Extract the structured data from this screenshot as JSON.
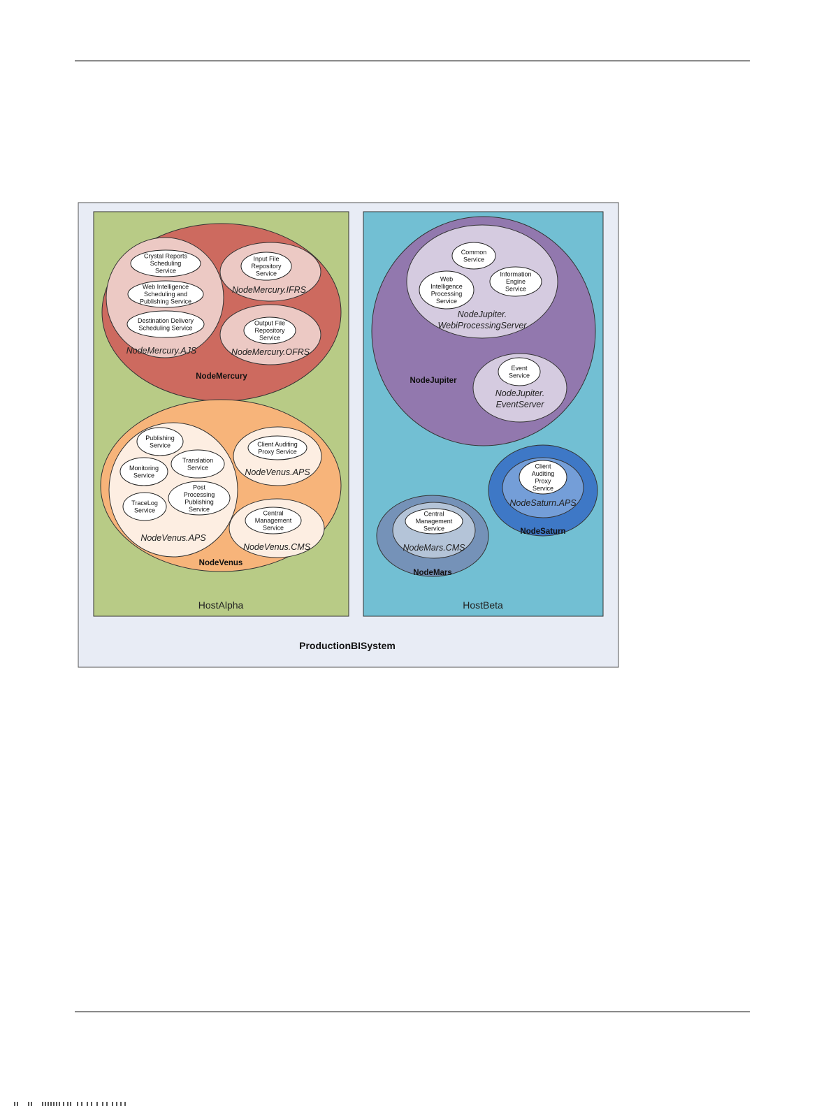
{
  "system": {
    "label": "ProductionBISystem",
    "colors": {
      "frame_fill": "#e8ecf5",
      "frame_stroke": "#555555"
    }
  },
  "hosts": [
    {
      "id": "alpha",
      "label": "HostAlpha",
      "fill": "#b8cb86",
      "nodes": [
        {
          "id": "mercury",
          "label": "NodeMercury",
          "fill": "#cd6a5f",
          "processes": [
            {
              "id": "mercury-ajs",
              "label": "NodeMercury.AJS",
              "fill": "#ecc9c4",
              "services": [
                {
                  "id": "crystal",
                  "lines": [
                    "Crystal Reports",
                    "Scheduling",
                    "Service"
                  ]
                },
                {
                  "id": "webi-sched",
                  "lines": [
                    "Web Intelligence",
                    "Scheduling and",
                    "Publishing Service"
                  ]
                },
                {
                  "id": "dest-delivery",
                  "lines": [
                    "Destination Delivery",
                    "Scheduling Service"
                  ]
                }
              ]
            },
            {
              "id": "mercury-ifrs",
              "label": "NodeMercury.IFRS",
              "fill": "#ecc9c4",
              "services": [
                {
                  "id": "input-frs",
                  "lines": [
                    "Input File",
                    "Repository",
                    "Service"
                  ]
                }
              ]
            },
            {
              "id": "mercury-ofrs",
              "label": "NodeMercury.OFRS",
              "fill": "#ecc9c4",
              "services": [
                {
                  "id": "output-frs",
                  "lines": [
                    "Output File",
                    "Repository",
                    "Service"
                  ]
                }
              ]
            }
          ]
        },
        {
          "id": "venus",
          "label": "NodeVenus",
          "fill": "#f7b47a",
          "processes": [
            {
              "id": "venus-aps-main",
              "label": "NodeVenus.APS",
              "fill": "#fdeee2",
              "services": [
                {
                  "id": "publishing",
                  "lines": [
                    "Publishing",
                    "Service"
                  ]
                },
                {
                  "id": "monitoring",
                  "lines": [
                    "Monitoring",
                    "Service"
                  ]
                },
                {
                  "id": "translation",
                  "lines": [
                    "Translation",
                    "Service"
                  ]
                },
                {
                  "id": "post-processing",
                  "lines": [
                    "Post",
                    "Processing",
                    "Publishing",
                    "Service"
                  ]
                },
                {
                  "id": "tracelog",
                  "lines": [
                    "TraceLog",
                    "Service"
                  ]
                }
              ]
            },
            {
              "id": "venus-aps-audit",
              "label": "NodeVenus.APS",
              "fill": "#fdeee2",
              "services": [
                {
                  "id": "venus-client-audit",
                  "lines": [
                    "Client Auditing",
                    "Proxy Service"
                  ]
                }
              ]
            },
            {
              "id": "venus-cms",
              "label": "NodeVenus.CMS",
              "fill": "#fdeee2",
              "services": [
                {
                  "id": "venus-cms-svc",
                  "lines": [
                    "Central",
                    "Management",
                    "Service"
                  ]
                }
              ]
            }
          ]
        }
      ]
    },
    {
      "id": "beta",
      "label": "HostBeta",
      "fill": "#72bfd3",
      "nodes": [
        {
          "id": "jupiter",
          "label": "NodeJupiter",
          "fill": "#9278ae",
          "processes": [
            {
              "id": "jupiter-webi",
              "label_lines": [
                "NodeJupiter.",
                "WebiProcessingServer"
              ],
              "fill": "#d5cbe0",
              "services": [
                {
                  "id": "common",
                  "lines": [
                    "Common",
                    "Service"
                  ]
                },
                {
                  "id": "webi-processing",
                  "lines": [
                    "Web",
                    "Intelligence",
                    "Processing",
                    "Service"
                  ]
                },
                {
                  "id": "info-engine",
                  "lines": [
                    "Information",
                    "Engine",
                    "Service"
                  ]
                }
              ]
            },
            {
              "id": "jupiter-event",
              "label_lines": [
                "NodeJupiter.",
                "EventServer"
              ],
              "fill": "#d5cbe0",
              "services": [
                {
                  "id": "event",
                  "lines": [
                    "Event",
                    "Service"
                  ]
                }
              ]
            }
          ]
        },
        {
          "id": "saturn",
          "label": "NodeSaturn",
          "fill": "#3e78c6",
          "processes": [
            {
              "id": "saturn-aps",
              "label": "NodeSaturn.APS",
              "fill": "#749ed8",
              "services": [
                {
                  "id": "saturn-client-audit",
                  "lines": [
                    "Client",
                    "Auditing",
                    "Proxy",
                    "Service"
                  ]
                }
              ]
            }
          ]
        },
        {
          "id": "mars",
          "label": "NodeMars",
          "fill": "#7592b8",
          "processes": [
            {
              "id": "mars-cms",
              "label": "NodeMars.CMS",
              "fill": "#b4c4d8",
              "services": [
                {
                  "id": "mars-cms-svc",
                  "lines": [
                    "Central",
                    "Management",
                    "Service"
                  ]
                }
              ]
            }
          ]
        }
      ]
    }
  ]
}
